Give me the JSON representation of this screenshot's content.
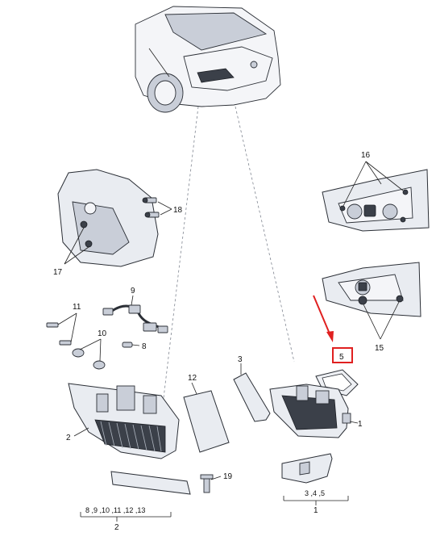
{
  "callouts": {
    "c1_top": "1",
    "c1_bottom": "1",
    "c2_side": "2",
    "c2_bottom": "2",
    "c3": "3",
    "c5": "5",
    "c8": "8",
    "c9": "9",
    "c10": "10",
    "c11": "11",
    "c12": "12",
    "c15": "15",
    "c16": "16",
    "c17": "17",
    "c18": "18",
    "c19": "19"
  },
  "groups": {
    "group_left": "8 ,9 ,10 ,11 ,12 ,13",
    "group_right": "3 ,4 ,5"
  },
  "colors": {
    "highlight": "#e02020",
    "line_art": "#2b2f36",
    "panel_fill": "#e9ecf1"
  }
}
